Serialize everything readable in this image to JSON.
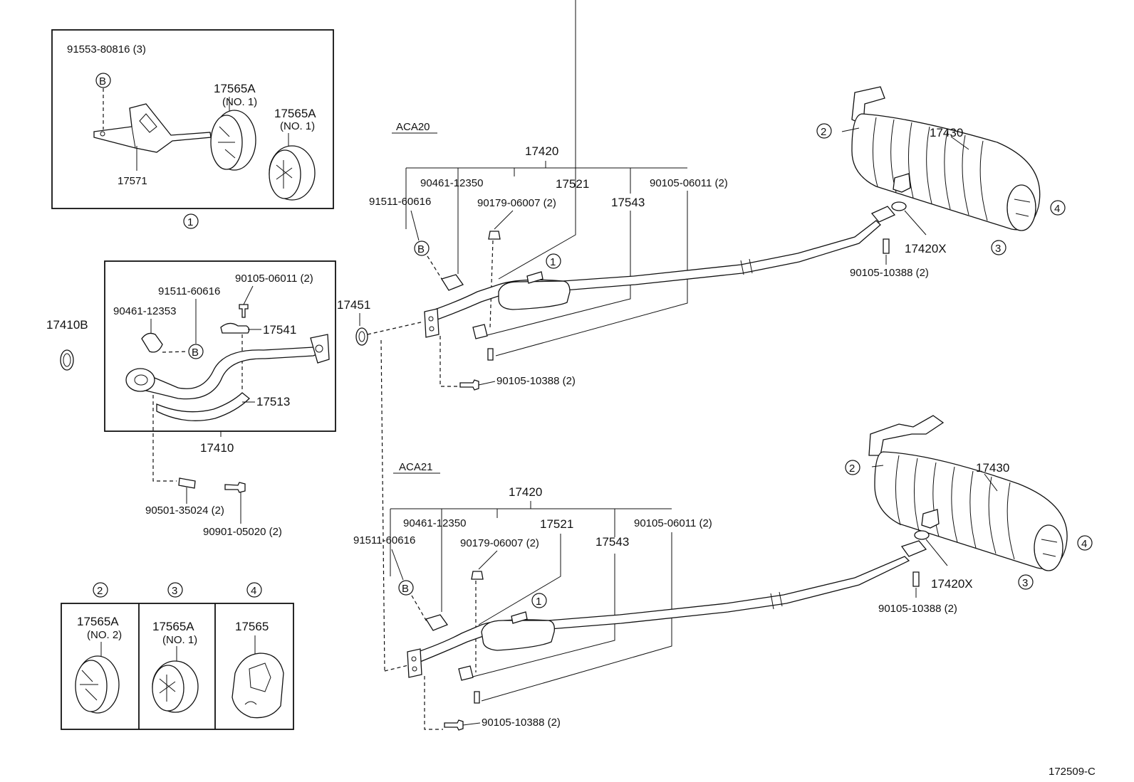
{
  "diagram_id": "172509-C",
  "variants": {
    "top": "ACA20",
    "bottom": "ACA21"
  },
  "callouts": {
    "c1": "1",
    "c2": "2",
    "c3": "3",
    "c4": "4",
    "b": "B"
  },
  "inset_hanger": {
    "bolt": "91553-80816 (3)",
    "bracket": "17571",
    "cushion_a": "17565A",
    "cushion_a_sub": "(NO. 1)",
    "cushion_b": "17565A",
    "cushion_b_sub": "(NO. 1)"
  },
  "front_pipe_group": {
    "assembly": "17410",
    "gasket_outside": "17410B",
    "clamp": "90461-12353",
    "clamp_bolt": "91511-60616",
    "bolt": "90105-06011 (2)",
    "bracket": "17541",
    "insulator": "17513",
    "spring": "90501-35024 (2)",
    "bolt_lower": "90901-05020 (2)"
  },
  "gasket_mid": "17451",
  "aca20": {
    "assembly": "17420",
    "clamp": "90461-12350",
    "clamp_bolt": "91511-60616",
    "nut": "90179-06007 (2)",
    "pipe": "17521",
    "bolt_a": "90105-06011 (2)",
    "bracket": "17543",
    "bolt_front": "90105-10388 (2)",
    "muffler": "17430",
    "gasket_rear": "17420X",
    "bolt_rear": "90105-10388 (2)"
  },
  "aca21": {
    "assembly": "17420",
    "clamp": "90461-12350",
    "clamp_bolt": "91511-60616",
    "nut": "90179-06007 (2)",
    "pipe": "17521",
    "bolt_a": "90105-06011 (2)",
    "bracket": "17543",
    "bolt_front": "90105-10388 (2)",
    "muffler": "17430",
    "gasket_rear": "17420X",
    "bolt_rear": "90105-10388 (2)"
  },
  "inset_cushions": {
    "c2_part": "17565A",
    "c2_sub": "(NO. 2)",
    "c3_part": "17565A",
    "c3_sub": "(NO. 1)",
    "c4_part": "17565"
  }
}
